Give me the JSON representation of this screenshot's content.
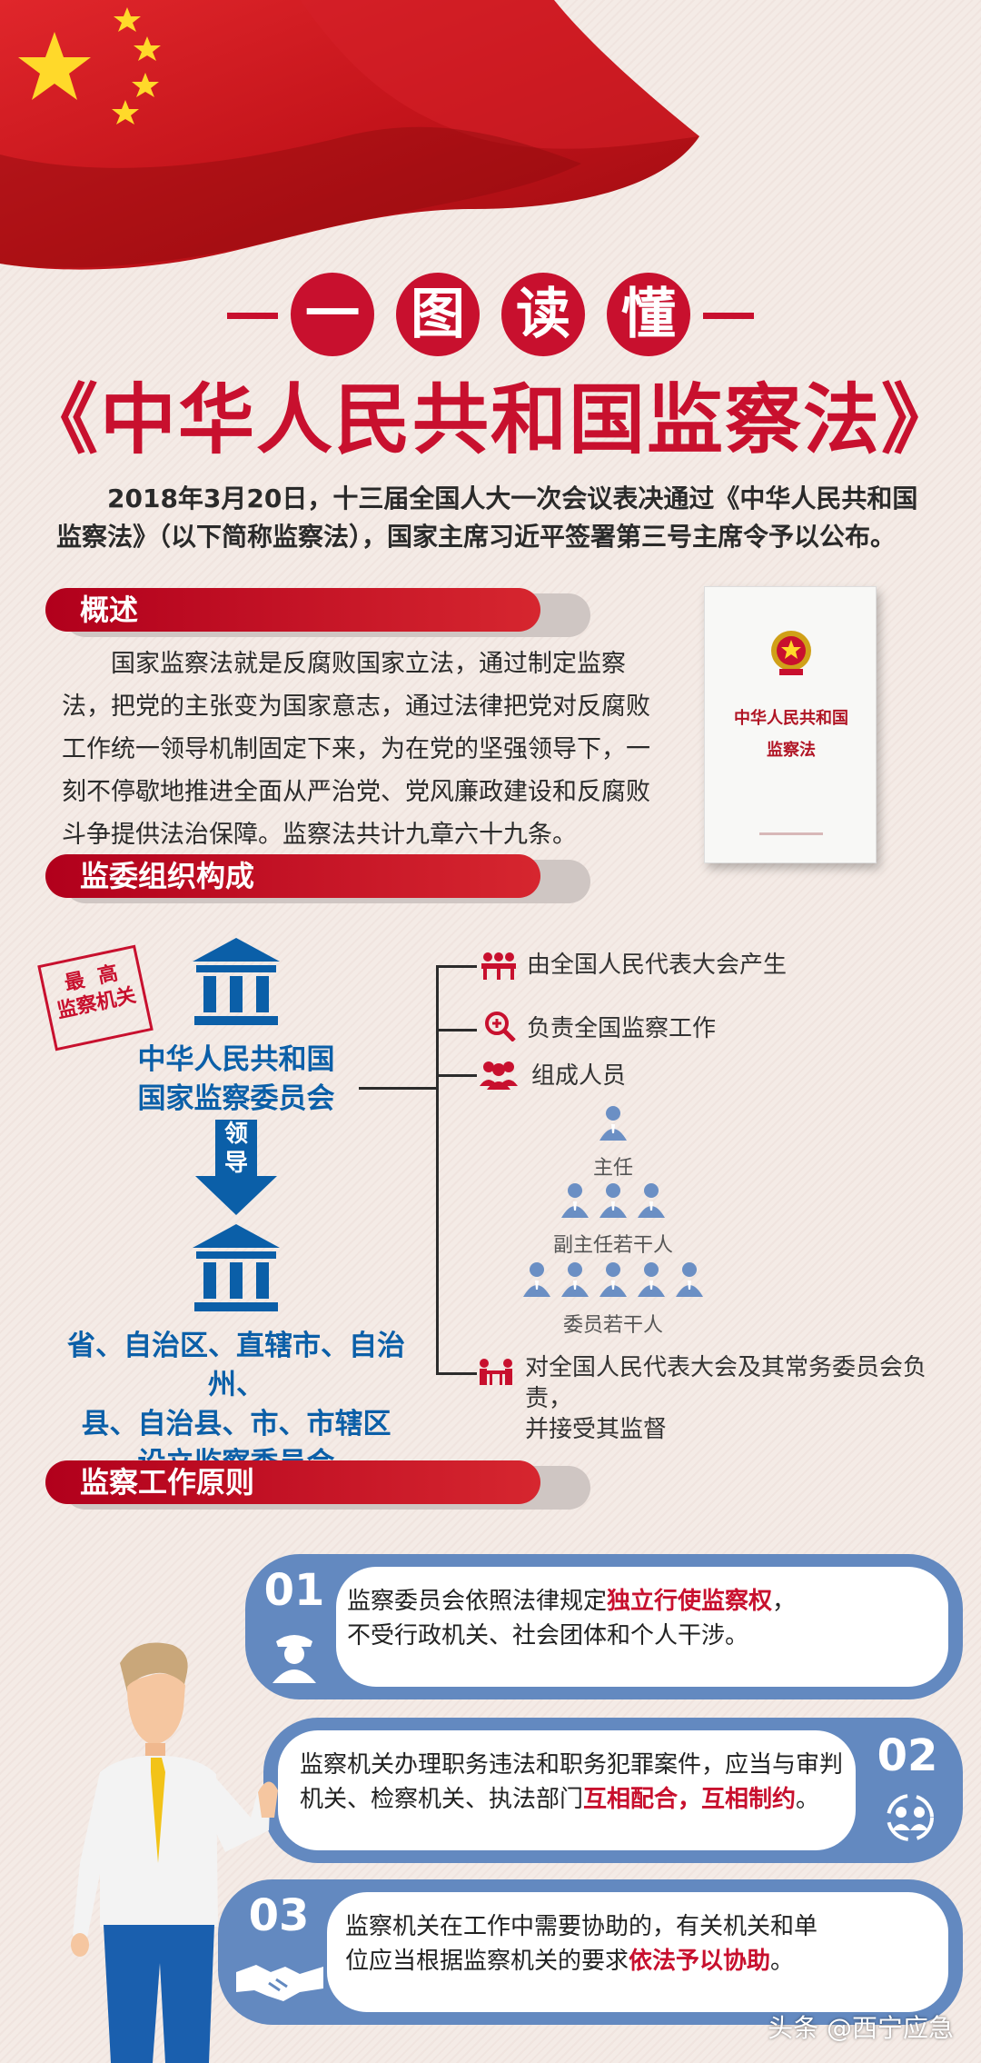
{
  "title": {
    "chars": [
      "一",
      "图",
      "读",
      "懂"
    ],
    "main": "《中华人民共和国监察法》"
  },
  "intro": "2018年3月20日，十三届全国人大一次会议表决通过《中华人民共和国监察法》（以下简称监察法），国家主席习近平签署第三号主席令予以公布。",
  "overview": {
    "header": "概述",
    "text": "国家监察法就是反腐败国家立法，通过制定监察法，把党的主张变为国家意志，通过法律把党对反腐败工作统一领导机制固定下来，为在党的坚强领导下，一刻不停歇地推进全面从严治党、党风廉政建设和反腐败斗争提供法治保障。监察法共计九章六十九条。"
  },
  "book": {
    "line1": "中华人民共和国",
    "line2": "监察法"
  },
  "org": {
    "header": "监委组织构成",
    "stamp": [
      "最",
      "高",
      "监察机关"
    ],
    "national_line1": "中华人民共和国",
    "national_line2": "国家监察委员会",
    "lead_1": "领",
    "lead_2": "导",
    "local_line1": "省、自治区、直辖市、自治州、",
    "local_line2": "县、自治县、市、市辖区",
    "local_line3": "设立监察委员会",
    "roles": {
      "produced": "由全国人民代表大会产生",
      "responsible": "负责全国监察工作",
      "members": "组成人员",
      "accountable_1": "对全国人民代表大会及其常务委员会负责，",
      "accountable_2": "并接受其监督"
    },
    "tiers": {
      "director": "主任",
      "deputy": "副主任若干人",
      "member": "委员若干人"
    }
  },
  "principles": {
    "header": "监察工作原则",
    "items": [
      {
        "num": "01",
        "pre": "监察委员会依照法律规定",
        "highlight": "独立行使监察权",
        "post": "，",
        "line2": "不受行政机关、社会团体和个人干涉。"
      },
      {
        "num": "02",
        "line1": "监察机关办理职务违法和职务犯罪案件，应当与审判",
        "pre": "机关、检察机关、执法部门",
        "highlight": "互相配合，互相制约",
        "post": "。"
      },
      {
        "num": "03",
        "line1": "监察机关在工作中需要协助的，有关机关和单",
        "pre": "位应当根据监察机关的要求",
        "highlight": "依法予以协助",
        "post": "。"
      }
    ]
  },
  "footer": "头条 @西宁应急",
  "colors": {
    "red": "#c8102e",
    "blue": "#0b5fa8",
    "card_blue": "#6389c0"
  }
}
